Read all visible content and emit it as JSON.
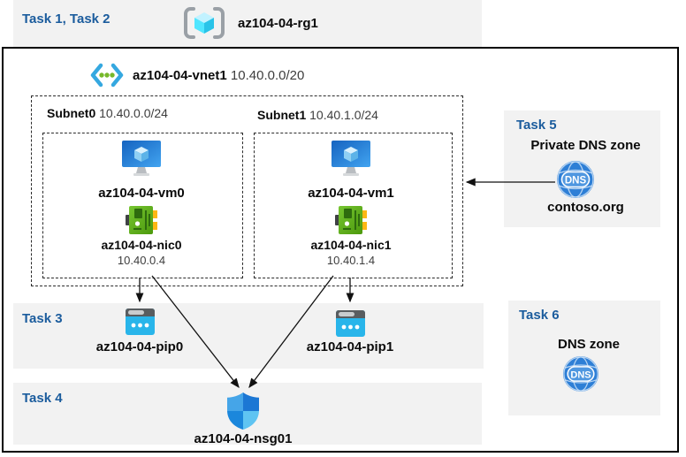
{
  "colors": {
    "task_text": "#1b5c9d",
    "band_bg": "#f2f2f2",
    "frame_border": "#000000",
    "pip_cyan": "#29b5ea",
    "nic_green": "#5ca818",
    "vm_blue": "#2a84d8",
    "dns_blue": "#2e7fd6"
  },
  "header": {
    "tasks": "Task 1, Task 2",
    "resource_group": "az104-04-rg1"
  },
  "vnet": {
    "name": "az104-04-vnet1",
    "cidr": "10.40.0.0/20",
    "subnets": [
      {
        "name": "Subnet0",
        "cidr": "10.40.0.0/24",
        "vm": "az104-04-vm0",
        "nic": "az104-04-nic0",
        "ip": "10.40.0.4"
      },
      {
        "name": "Subnet1",
        "cidr": "10.40.1.0/24",
        "vm": "az104-04-vm1",
        "nic": "az104-04-nic1",
        "ip": "10.40.1.4"
      }
    ]
  },
  "task3": {
    "label": "Task 3",
    "pips": [
      "az104-04-pip0",
      "az104-04-pip1"
    ]
  },
  "task4": {
    "label": "Task 4",
    "nsg": "az104-04-nsg01"
  },
  "task5": {
    "label": "Task 5",
    "title": "Private DNS zone",
    "zone": "contoso.org",
    "icon_label": "DNS"
  },
  "task6": {
    "label": "Task 6",
    "title": "DNS zone",
    "icon_label": "DNS"
  }
}
